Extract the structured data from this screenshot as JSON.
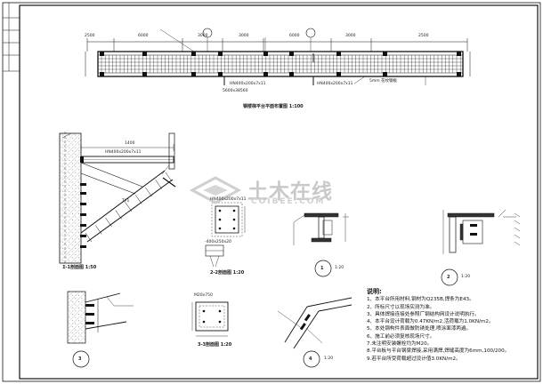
{
  "watermark": {
    "main": "土木在线",
    "sub": "COIBEE.COM"
  },
  "plan": {
    "dims": [
      "2500",
      "6000",
      "3000",
      "3000",
      "6000",
      "3000",
      "2500"
    ],
    "caption": "钢楼梯平台平面布置图  1:100",
    "labels": [
      "HN400x200x7x11",
      "HN400x200x7x11",
      "5mm 花纹钢板"
    ],
    "total": "5600x38560"
  },
  "section": {
    "top_dim": "1400",
    "beam": "HN400x200x7x11",
    "stair": "TJ-1",
    "caption": "1-1剖面图  1:50"
  },
  "details": {
    "plate_label": "HN400x200x7x11",
    "plate_size": "-400x250x20",
    "caption_plate": "2-2剖面图  1:20",
    "caption_3": "3-3剖面图  1:20",
    "bolt_label": "M20x750",
    "num_1": "1",
    "num_2": "2",
    "num_3": "3",
    "num_4": "4",
    "scale_1": "1:20",
    "scale_2": "1:20",
    "scale_4": "1:20"
  },
  "notes": {
    "title": "说明:",
    "lines": [
      "1、本平台所用材料,钢材为Q235B,焊条为E43。",
      "2、所标尺寸以现场实测为准。",
      "3、具体焊接连接处参照厂钢结构网设计说明执行。",
      "4、本平台设计荷载为0.47KN/m2,活荷载为1.0KN/m2。",
      "5、本处钢构件表面做防锈处理,喷涂面漆两遍。",
      "6、施工前必须复核现场尺寸。",
      "7.未注明安装螺栓均为M20。",
      "8.平台板与平台钢梁焊接,采用满焊,焊缝高度为6mm,100/200。",
      "9.若平台所受荷载超过设计值3.0KN/m2。"
    ]
  },
  "colors": {
    "line": "#1a1a1a",
    "watermark": "#c9c9c9",
    "concrete": "#bdbdbd"
  }
}
